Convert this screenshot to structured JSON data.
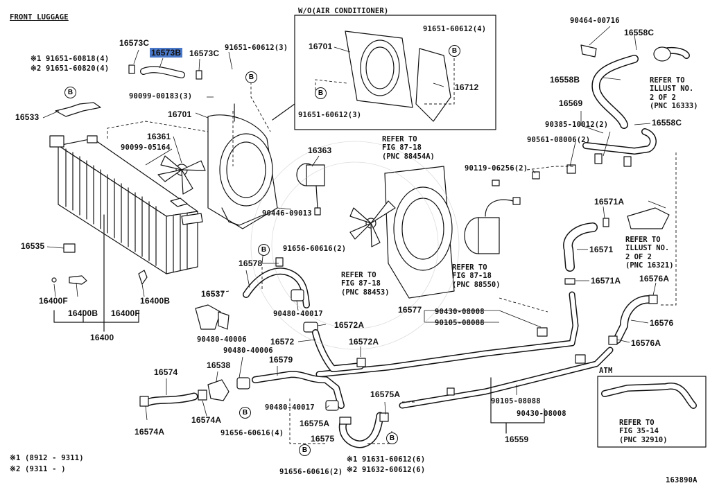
{
  "diagram": {
    "section_title": "FRONT LUGGAGE",
    "inset_title": "W/O(AIR CONDITIONER)",
    "figure_id": "163890A",
    "atm_label": "ATM",
    "footnote_1": "※1 (8912 - 9311)",
    "footnote_2": "※2 (9311 -       )",
    "bolt_marker": "B"
  },
  "labels": {
    "p16573C_a": "16573C",
    "p16573B": "16573B",
    "p16573C_b": "16573C",
    "p91651_60612_3_top": "91651-60612(3)",
    "note_91651_60818": "※1 91651-60818(4)",
    "note_91651_60820": "※2 91651-60820(4)",
    "p16533": "16533",
    "p90099_00183": "90099-00183(3)",
    "p16701_main": "16701",
    "p16361": "16361",
    "p90099_05164": "90099-05164",
    "p16363": "16363",
    "p90446_09013": "90446-09013",
    "p16535": "16535",
    "p16400F_a": "16400F",
    "p16400B_a": "16400B",
    "p16400B_b": "16400B",
    "p16400F_b": "16400F",
    "p16400": "16400",
    "p16701_inset": "16701",
    "p91651_60612_4_inset": "91651-60612(4)",
    "p16712": "16712",
    "p91651_60612_3_inset": "91651-60612(3)",
    "p90464_00716": "90464-00716",
    "p16558C_a": "16558C",
    "p16558B": "16558B",
    "p16558C_b": "16558C",
    "p16569": "16569",
    "p90385_10012": "90385-10012(2)",
    "p90561_08006": "90561-08006(2)",
    "p90119_06256": "90119-06256(2)",
    "p16571A_a": "16571A",
    "p16571": "16571",
    "p16571A_b": "16571A",
    "p16576A_a": "16576A",
    "p16576": "16576",
    "p16576A_b": "16576A",
    "p91656_60616_2_top": "91656-60616(2)",
    "p16578": "16578",
    "p16537": "16537",
    "p90480_40017_a": "90480-40017",
    "p90480_40006_a": "90480-40006",
    "p16572A_a": "16572A",
    "p16572": "16572",
    "p16572A_b": "16572A",
    "p16577": "16577",
    "p90430_08008_a": "90430-08008",
    "p90105_08088_a": "90105-08088",
    "p16574": "16574",
    "p16538": "16538",
    "p90480_40006_b": "90480-40006",
    "p16579": "16579",
    "p16574A_a": "16574A",
    "p16574A_b": "16574A",
    "p91656_60616_4": "91656-60616(4)",
    "p90480_40017_b": "90480-40017",
    "p16575A_a": "16575A",
    "p16575A_b": "16575A",
    "p16575": "16575",
    "p91656_60616_2_bot": "91656-60616(2)",
    "note_91631_60612": "※1 91631-60612(6)",
    "note_91632_60612": "※2 91632-60612(6)",
    "p90105_08088_b": "90105-08088",
    "p90430_08008_b": "90430-08008",
    "p16559": "16559"
  },
  "refs": {
    "ref_88454A": "REFER TO\nFIG 87-18\n(PNC 88454A)",
    "ref_88453": "REFER TO\nFIG 87-18\n(PNC 88453)",
    "ref_88550": "REFER TO\nFIG 87-18\n(PNC 88550)",
    "ref_16333": "REFER TO\nILLUST NO.\n2 OF 2\n(PNC 16333)",
    "ref_16321": "REFER TO\nILLUST NO.\n2 OF 2\n(PNC 16321)",
    "ref_32910": "REFER TO\nFIG 35-14\n(PNC 32910)"
  }
}
